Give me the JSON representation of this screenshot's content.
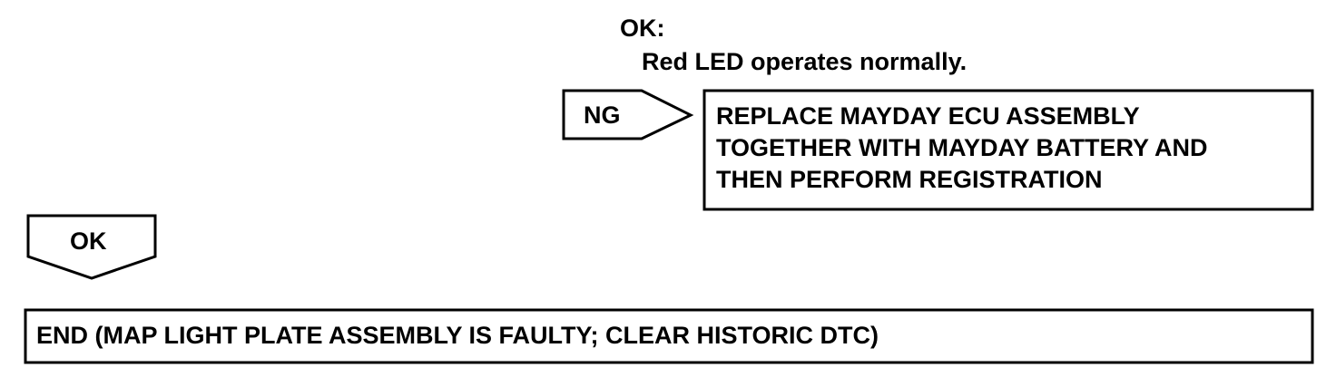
{
  "criteria": {
    "heading": "OK:",
    "text": "Red LED operates normally."
  },
  "ng_branch": {
    "arrow_label": "NG",
    "action_lines": [
      "REPLACE MAYDAY ECU ASSEMBLY",
      "TOGETHER WITH MAYDAY BATTERY AND",
      "THEN PERFORM REGISTRATION"
    ]
  },
  "ok_branch": {
    "arrow_label": "OK",
    "result": "END (MAP LIGHT PLATE ASSEMBLY IS FAULTY; CLEAR HISTORIC DTC)"
  }
}
